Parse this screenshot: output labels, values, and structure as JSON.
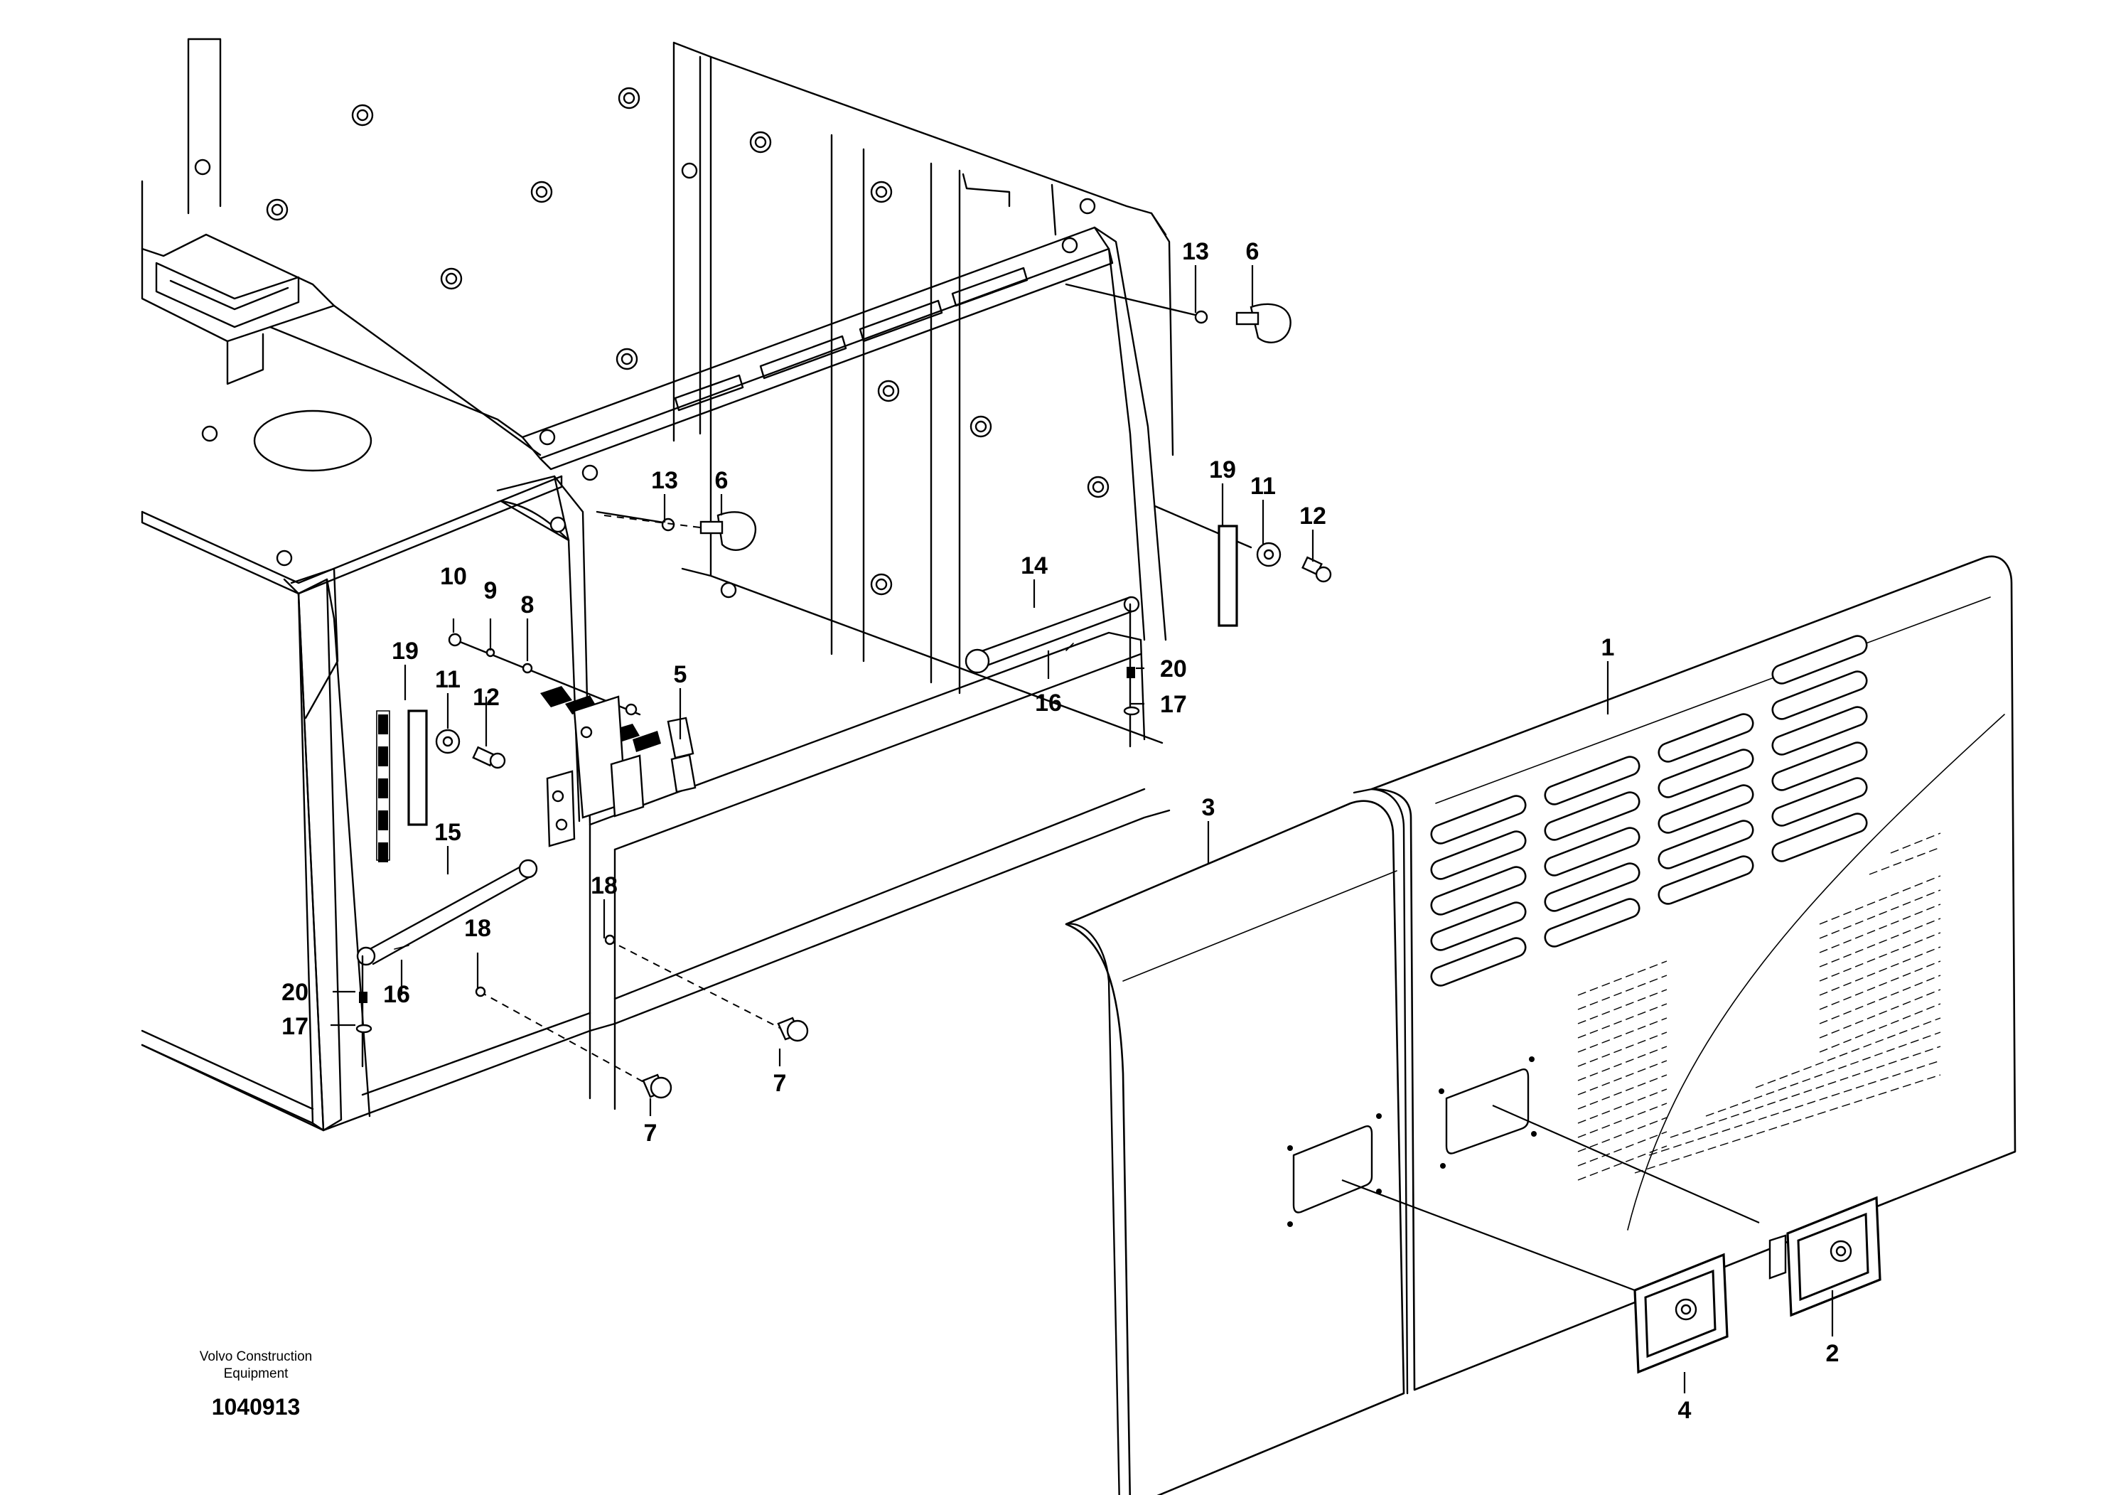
{
  "publisher": {
    "line1": "Volvo Construction",
    "line2": "Equipment"
  },
  "document_number": "1040913",
  "callouts": {
    "c1": "1",
    "c2": "2",
    "c3": "3",
    "c4": "4",
    "c5": "5",
    "c6a": "6",
    "c6b": "6",
    "c7a": "7",
    "c7b": "7",
    "c8": "8",
    "c9": "9",
    "c10": "10",
    "c11a": "11",
    "c11b": "11",
    "c12a": "12",
    "c12b": "12",
    "c13a": "13",
    "c13b": "13",
    "c14": "14",
    "c15": "15",
    "c16a": "16",
    "c16b": "16",
    "c17a": "17",
    "c17b": "17",
    "c18a": "18",
    "c18b": "18",
    "c19a": "19",
    "c19b": "19",
    "c20a": "20",
    "c20b": "20"
  }
}
